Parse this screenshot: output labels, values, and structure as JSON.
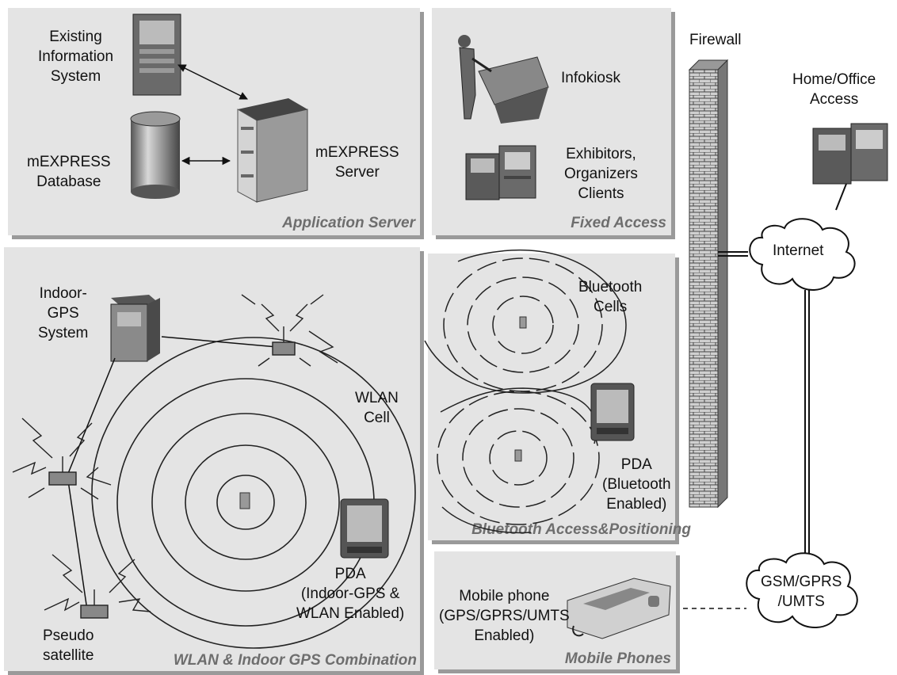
{
  "panels": {
    "application_server": "Application Server",
    "fixed_access": "Fixed Access",
    "wlan_indoor_gps": "WLAN & Indoor GPS Combination",
    "bluetooth": "Bluetooth Access&Positioning",
    "mobile_phones": "Mobile Phones"
  },
  "labels": {
    "existing_info_system": "Existing\nInformation\nSystem",
    "mexpress_database": "mEXPRESS\nDatabase",
    "mexpress_server": "mEXPRESS\nServer",
    "infokiosk": "Infokiosk",
    "exhibitors_clients": "Exhibitors,\nOrganizers\nClients",
    "firewall": "Firewall",
    "home_office": "Home/Office\nAccess",
    "internet": "Internet",
    "indoor_gps_system": "Indoor-\nGPS\nSystem",
    "wlan_cell": "WLAN\nCell",
    "pda_indoor": "PDA\n(Indoor-GPS &\nWLAN Enabled)",
    "pseudo_satellite": "Pseudo\nsatellite",
    "bluetooth_cells": "Bluetooth\nCells",
    "pda_bluetooth": "PDA\n(Bluetooth\nEnabled)",
    "mobile_phone": "Mobile phone\n(GPS/GPRS/UMTS\nEnabled)",
    "gsm_gprs_umts": "GSM/GPRS\n/UMTS"
  },
  "colors": {
    "panel_bg": "#e4e4e4",
    "panel_shadow": "#9a9a9a",
    "panel_title": "#6e6e6e",
    "device_dark": "#5a5a5a",
    "device_light": "#c8c8c8"
  }
}
